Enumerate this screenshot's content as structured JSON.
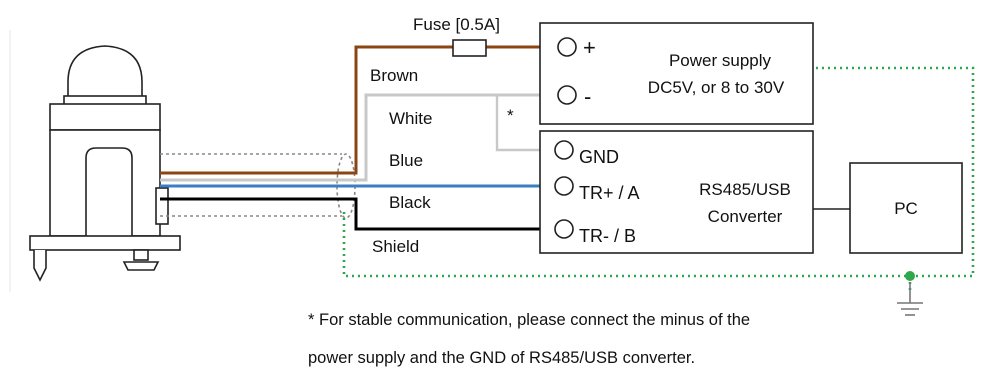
{
  "fuse_label": "Fuse [0.5A]",
  "wires": {
    "brown": "Brown",
    "white": "White",
    "blue": "Blue",
    "black": "Black",
    "shield": "Shield"
  },
  "wire_colors": {
    "brown": "#8b4513",
    "white": "#c8c8c8",
    "blue": "#3a7fc1",
    "black": "#000000",
    "shield": "#2ea84a"
  },
  "asterisk": "*",
  "power_supply": {
    "plus": "+",
    "minus": "-",
    "title": "Power supply",
    "spec": "DC5V, or 8 to 30V"
  },
  "converter": {
    "gnd": "GND",
    "trp": "TR+ / A",
    "trm": "TR- / B",
    "title_line1": "RS485/USB",
    "title_line2": "Converter"
  },
  "pc": "PC",
  "note": {
    "line1": "* For stable communication, please connect the minus of the",
    "line2": "power supply and the GND of RS485/USB converter."
  }
}
